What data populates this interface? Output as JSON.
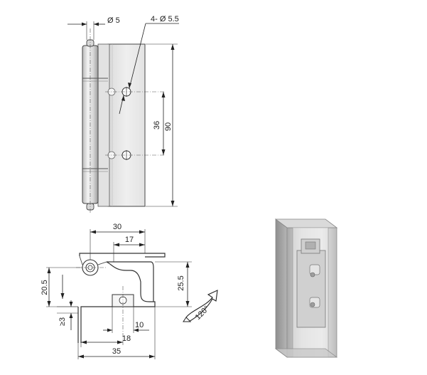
{
  "dimensions": {
    "pin_diameter": "Ø 5",
    "holes": "4- Ø 5.5",
    "hole_spacing": "36",
    "height": "90",
    "width_30": "30",
    "width_17": "17",
    "height_20_5": "20.5",
    "height_25_5": "25.5",
    "gap_3": "≥3",
    "width_10": "10",
    "width_18": "18",
    "width_35": "35",
    "angle": "120°"
  },
  "colors": {
    "line": "#333333",
    "metal_light": "#e8e8e8",
    "metal_mid": "#c9c9c9",
    "metal_dark": "#9a9a9a",
    "arrow_fill": "#ffffff"
  }
}
